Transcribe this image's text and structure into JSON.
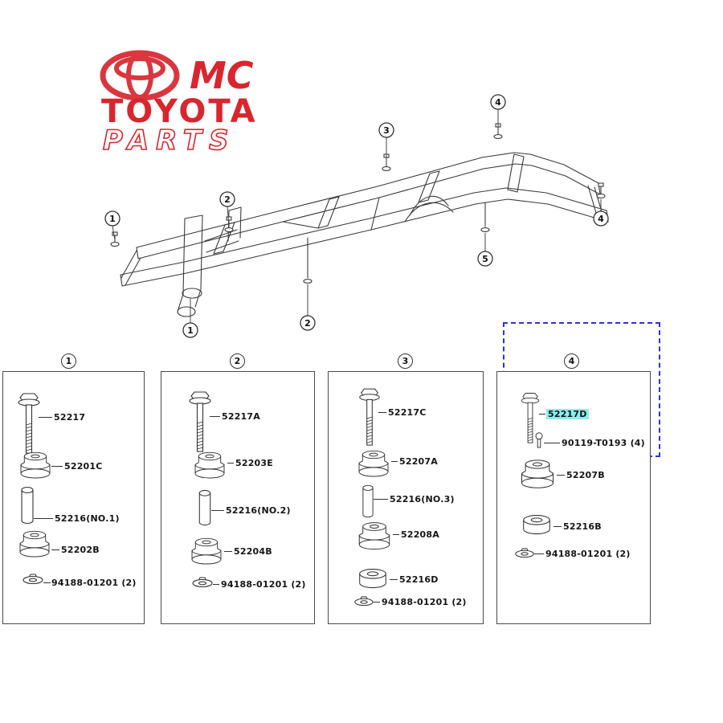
{
  "watermark": {
    "line1": "MC",
    "line2": "TOYOTA",
    "line3": "PARTS",
    "brand_color": "#d9262e"
  },
  "diagram": {
    "callouts": [
      {
        "label": "1"
      },
      {
        "label": "2"
      },
      {
        "label": "3"
      },
      {
        "label": "4"
      },
      {
        "label": "4"
      },
      {
        "label": "5"
      },
      {
        "label": "1"
      },
      {
        "label": "2"
      }
    ]
  },
  "panels": [
    {
      "label": "1",
      "parts": {
        "bolt": "52217",
        "upper_cushion": "52201C",
        "spacer": "52216(NO.1)",
        "lower_cushion": "52202B",
        "retainer": "94188-01201 (2)"
      }
    },
    {
      "label": "2",
      "parts": {
        "bolt": "52217A",
        "upper_cushion": "52203E",
        "spacer": "52216(NO.2)",
        "lower_cushion": "52204B",
        "retainer": "94188-01201 (2)"
      }
    },
    {
      "label": "3",
      "parts": {
        "bolt": "52217C",
        "upper_cushion": "52207A",
        "spacer": "52216(NO.3)",
        "lower_cushion": "52208A",
        "grommet": "52216D",
        "retainer": "94188-01201 (2)"
      }
    },
    {
      "label": "4",
      "parts": {
        "bolt": "52217D",
        "nut": "90119-T0193 (4)",
        "upper_cushion": "52207B",
        "grommet": "52216B",
        "retainer": "94188-01201 (2)"
      }
    }
  ],
  "highlight": {
    "selected_part": "52217D",
    "highlight_color": "#8ceef0",
    "selection_box_color": "#2438d8"
  }
}
